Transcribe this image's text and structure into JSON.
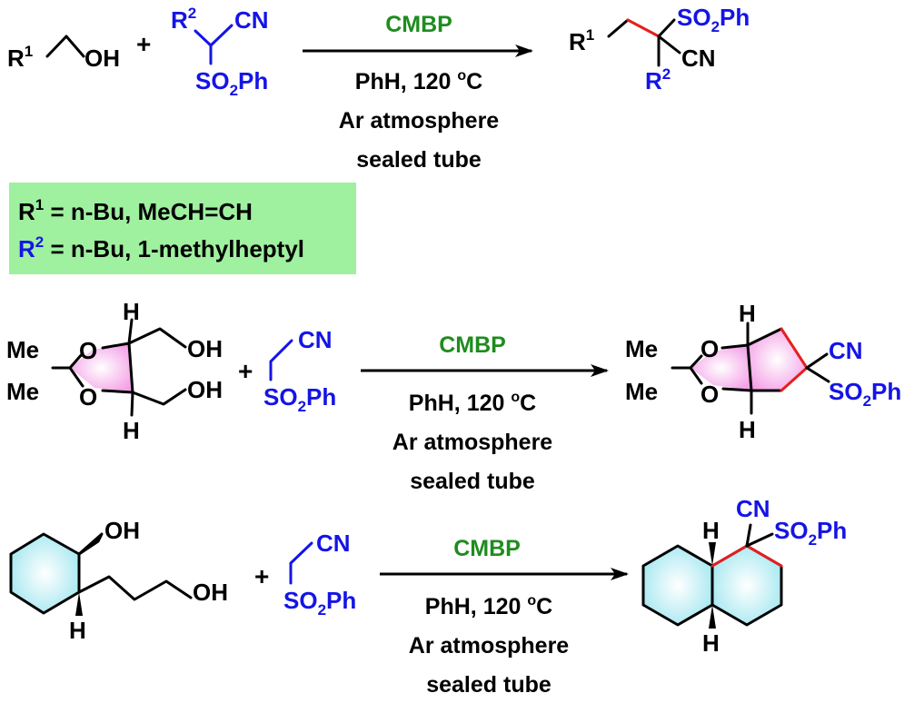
{
  "conditions": {
    "reagent": "CMBP",
    "solvent_temp": "PhH, 120 ",
    "temp_unit": "C",
    "temp_deg": "o",
    "atmosphere": "Ar atmosphere",
    "vessel": "sealed tube"
  },
  "labels": {
    "R": "R",
    "one": "1",
    "two": "2",
    "OH": "OH",
    "CN": "CN",
    "SO": "SO",
    "Ph": "Ph",
    "sub2": "2",
    "plus": "+",
    "H": "H",
    "O": "O",
    "Me": "Me"
  },
  "substituents": {
    "r1_prefix": "1",
    "r1_text": " = n-Bu, MeCH=CH",
    "r2_prefix": "2",
    "r2_text": " = n-Bu, 1-methylheptyl"
  },
  "colors": {
    "reagent": "#1e8c1e",
    "nitrile_sulfone": "#1414e6",
    "new_bond": "#e61e1e",
    "legend_box": "#9ff09f",
    "ring_fill_pink": "#f39ee6",
    "ring_fill_cyan": "#9fe6f0"
  }
}
